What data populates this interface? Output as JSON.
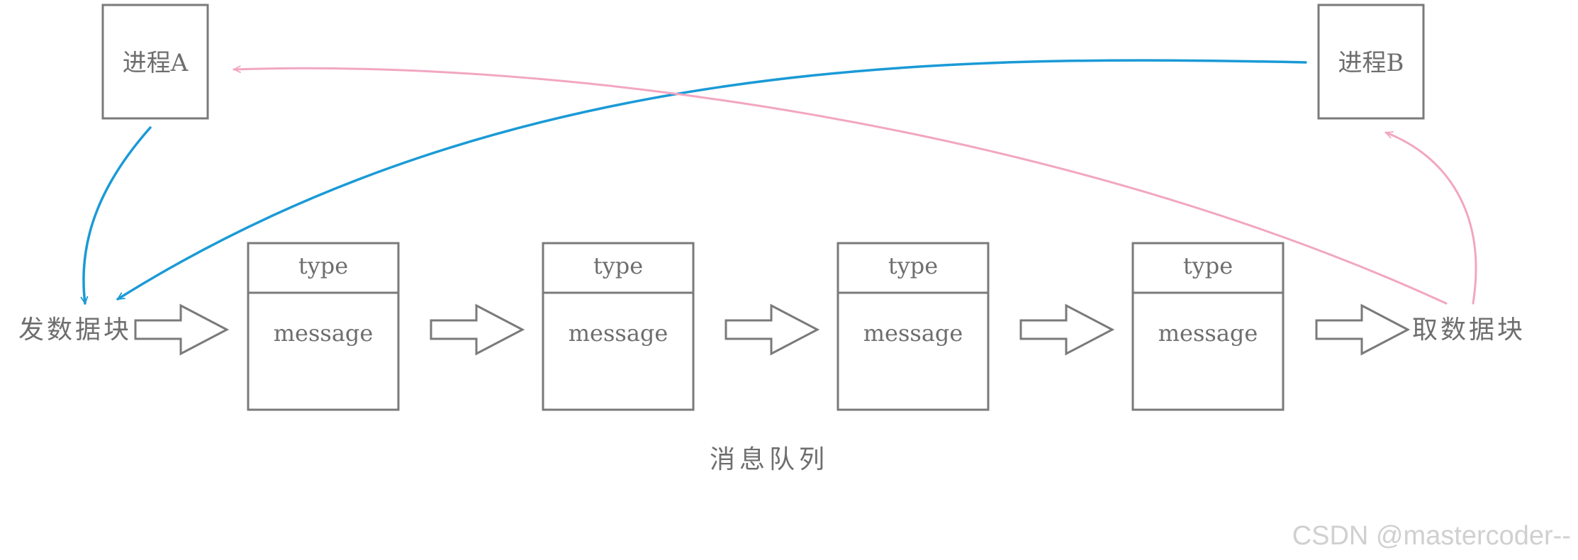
{
  "processes": {
    "a": {
      "label": "进程A"
    },
    "b": {
      "label": "进程B"
    }
  },
  "queue": {
    "caption": "消息队列",
    "messages": [
      {
        "type_label": "type",
        "body_label": "message"
      },
      {
        "type_label": "type",
        "body_label": "message"
      },
      {
        "type_label": "type",
        "body_label": "message"
      },
      {
        "type_label": "type",
        "body_label": "message"
      }
    ]
  },
  "send_label": "发数据块",
  "receive_label": "取数据块",
  "watermark": "CSDN @mastercoder--",
  "colors": {
    "outline": "#7a7a7a",
    "text": "#6e6e6e",
    "send_flow": "#1a9ad6",
    "receive_flow": "#f2a6c2"
  }
}
